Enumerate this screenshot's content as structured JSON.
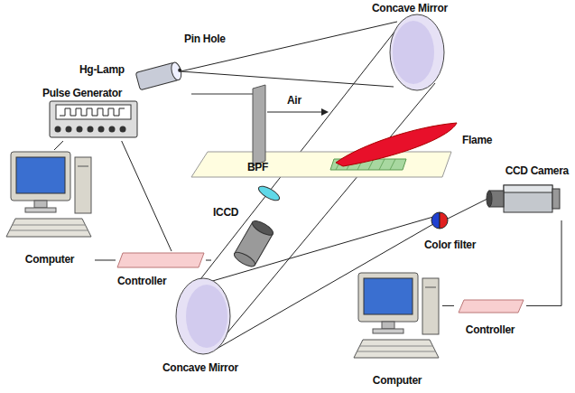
{
  "diagram": {
    "nodes": [
      {
        "text": [
          "Pulse Generator"
        ]
      },
      {
        "text": [
          "Computer"
        ]
      },
      {
        "text": [
          "Controller"
        ]
      },
      {
        "text": [
          "ICCD"
        ]
      },
      {
        "text": [
          "CCD Camera"
        ]
      },
      {
        "text": [
          "Controller"
        ]
      },
      {
        "text": [
          "Computer"
        ]
      }
    ],
    "edges": [
      {
        "from": 0,
        "to": 1,
        "arrow": "none"
      },
      {
        "from": 0,
        "to": 2,
        "arrow": "none"
      },
      {
        "from": 1,
        "to": 2,
        "arrow": "none"
      },
      {
        "from": 2,
        "to": 3,
        "arrow": "none"
      },
      {
        "from": 4,
        "to": 5,
        "arrow": "none"
      },
      {
        "from": 5,
        "to": 6,
        "arrow": "none"
      }
    ],
    "labels": [
      "Concave Mirror",
      "Pin Hole",
      "Hg-Lamp",
      "Air",
      "Flame",
      "BPF",
      "Color filter",
      "Concave Mirror"
    ]
  }
}
